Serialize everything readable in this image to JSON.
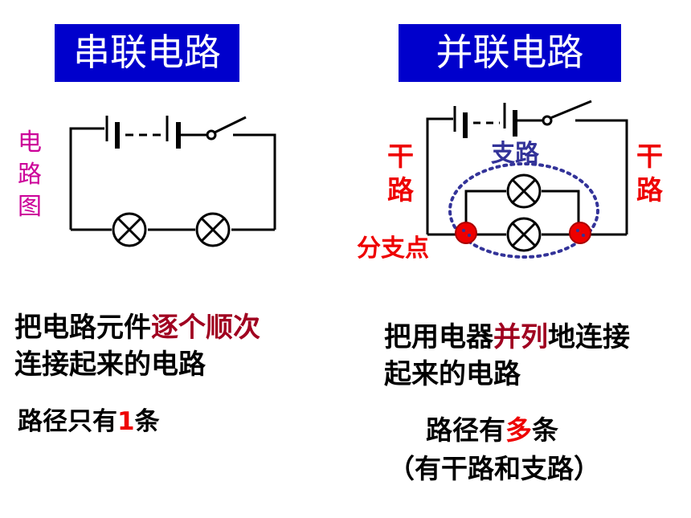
{
  "series": {
    "title": "串联电路",
    "diagram_label": [
      "电",
      "路",
      "图"
    ],
    "description_parts": [
      "把电路元件",
      "逐个顺次",
      "连接起来的电路"
    ],
    "path_parts": [
      "路径只有",
      "1",
      "条"
    ]
  },
  "parallel": {
    "title": "并联电路",
    "trunk_label_left": [
      "干",
      "路"
    ],
    "trunk_label_right": [
      "干",
      "路"
    ],
    "branch_label": "支路",
    "branch_point_label": "分支点",
    "description_parts": [
      "把用电器",
      "并列",
      "地连接起来的电路"
    ],
    "path_parts": [
      "路径有",
      "多",
      "条"
    ],
    "note": "（有干路和支路）"
  },
  "colors": {
    "title_bg": "#0000cc",
    "highlight": "#a00020",
    "red": "#ee0000",
    "diagram_label": "#cc0099",
    "branch_label": "#333399",
    "branch_point": "#ee0000"
  }
}
